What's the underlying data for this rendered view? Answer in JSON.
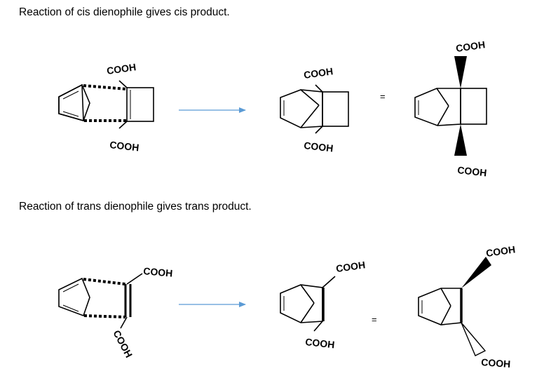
{
  "cis": {
    "caption": "Reaction of cis dienophile gives cis product.",
    "reactant": {
      "top_group": "COOH",
      "bottom_group": "COOH"
    },
    "product": {
      "top_group": "COOH",
      "bottom_group": "COOH"
    },
    "stereo": {
      "top_group": "COOH",
      "bottom_group": "COOH"
    },
    "equals": "="
  },
  "trans": {
    "caption": "Reaction of trans dienophile gives trans product.",
    "reactant": {
      "top_group": "COOH",
      "bottom_group": "COOH"
    },
    "product": {
      "top_group": "COOH",
      "bottom_group": "COOH"
    },
    "stereo": {
      "top_group": "COOH",
      "bottom_group": "COOH"
    },
    "equals": "="
  },
  "colors": {
    "arrow": "#5b9bd5",
    "ink": "#000000"
  }
}
